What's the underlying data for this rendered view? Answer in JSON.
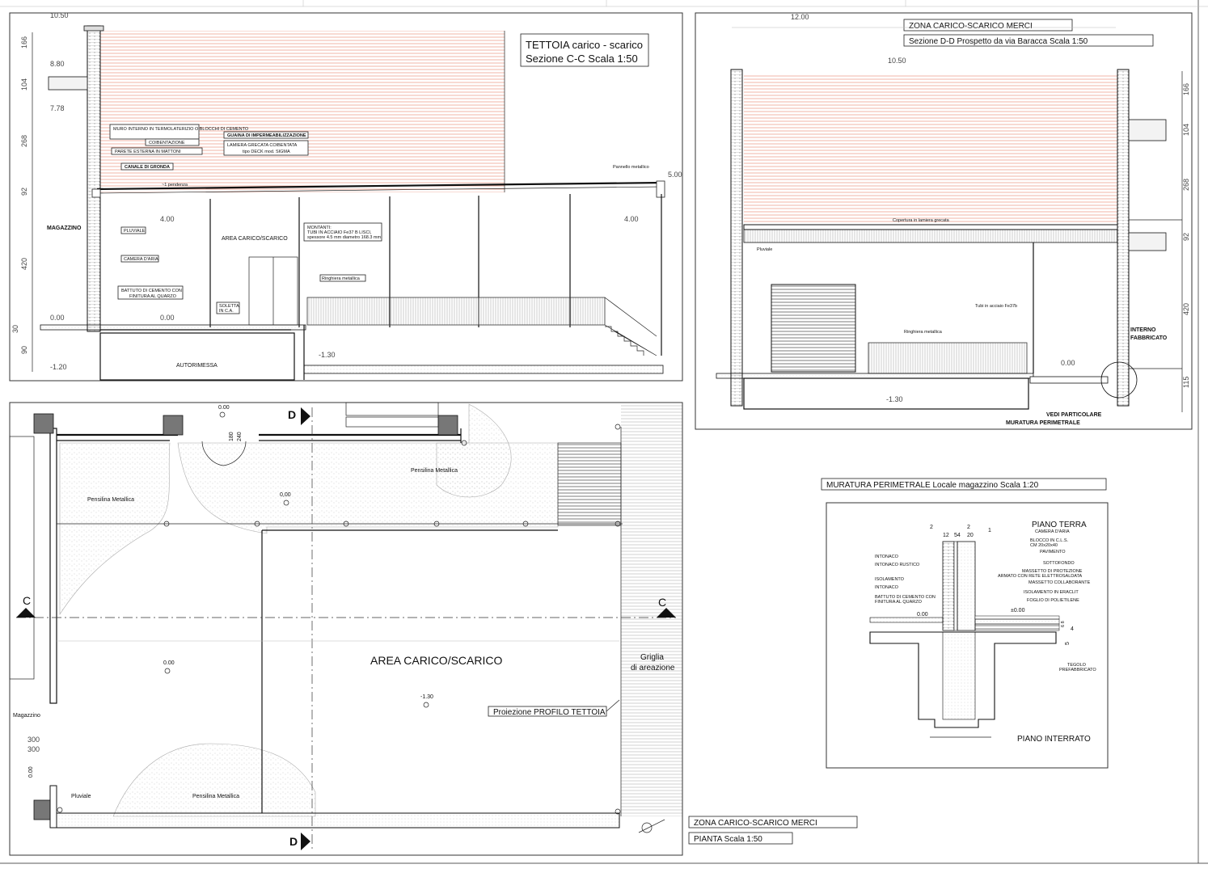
{
  "section_cc": {
    "title_line1": "TETTOIA  carico - scarico",
    "title_line2": "Sezione C-C   Scala 1:50",
    "levels": {
      "l1050": "10.50",
      "l880": "8.80",
      "l778": "7.78",
      "l500": "5.00",
      "l400a": "4.00",
      "l400b": "4.00",
      "l000a": "0.00",
      "l000b": "0.00",
      "lm120": "-1.20",
      "lm130": "-1.30"
    },
    "dims": [
      "166",
      "104",
      "268",
      "92",
      "420",
      "30",
      "90"
    ],
    "labels": {
      "muro": "MURO INTERNO IN TERMOLATERIZIO O BLOCCHI DI CEMENTO",
      "coib": "COIBENTAZIONE",
      "parete": "PARETE ESTERNA IN MATTONI",
      "canale": "CANALE DI GRONDA",
      "guaina": "GUAINA DI IMPERMEABILIZZAZIONE",
      "lamiera1": "LAMIERA GRECATA COIBENTATA",
      "lamiera2": "tipo DECK mod. SIGMA",
      "pendenza": "~1 pendenza",
      "pannello": "Pannello metallico",
      "magazzino": "MAGAZZINO",
      "pluviale": "PLUVIALE",
      "camera": "CAMERA D'ARIA",
      "battuto1": "BATTUTO DI CEMENTO CON",
      "battuto2": "FINITURA AL QUARZO",
      "area": "AREA CARICO/SCARICO",
      "montanti1": "MONTANTI:",
      "montanti2": "TUBI IN ACCIAIO Fe37 B LISCI,",
      "montanti3": "spessore 4.5 mm diametro 168.3 mm",
      "soletta1": "SOLETTA",
      "soletta2": "IN C.A.",
      "ringhiera": "Ringhiera metallica",
      "autorimessa": "AUTORIMESSA"
    }
  },
  "section_dd": {
    "title_line1": "ZONA CARICO-SCARICO MERCI",
    "title_line2": "Sezione D-D   Prospetto da via Baracca   Scala 1:50",
    "levels": {
      "l1200": "12.00",
      "l1050": "10.50",
      "l000": "0.00",
      "lm130": "-1.30"
    },
    "dims": [
      "166",
      "104",
      "268",
      "92",
      "420",
      "115"
    ],
    "labels": {
      "copertura": "Copertura in lamiera grecata",
      "pluviale": "Pluviale",
      "tubi": "Tubi in acciaio Fe37b",
      "ringhiera": "Ringhiera metallica",
      "interno1": "INTERNO",
      "interno2": "FABBRICATO",
      "vedi1": "VEDI PARTICOLARE",
      "vedi2": "MURATURA PERIMETRALE"
    }
  },
  "plan": {
    "labels": {
      "pens1": "Pensilina Metallica",
      "pens2": "Pensilina Metallica",
      "pens3": "Pensilina Metallica",
      "area": "AREA CARICO/SCARICO",
      "griglia1": "Griglia",
      "griglia2": "di areazione",
      "proiezione": "Proiezione PROFILO TETTOIA",
      "magazzino": "Magazzino",
      "pluviale": "Pluviale",
      "c_left": "C",
      "c_right": "C",
      "d_top": "D",
      "d_bottom": "D",
      "dim180": "180",
      "dim240": "240",
      "dim300a": "300",
      "dim300b": "300",
      "dim000": "0.00"
    },
    "levels": {
      "top": "0.00",
      "mid": "0,00",
      "left": "0.00",
      "center": "-1.30"
    },
    "title_line1": "ZONA CARICO-SCARICO MERCI",
    "title_line2": "PIANTA   Scala 1:50"
  },
  "detail": {
    "title": "MURATURA PERIMETRALE  Locale magazzino  Scala 1:20",
    "piano_terra": "PIANO TERRA",
    "piano_interrato": "PIANO INTERRATO",
    "dims": {
      "d2a": "2",
      "d2b": "2",
      "d1": "1",
      "d12": "12",
      "d54": "54",
      "d20": "20",
      "d4": "4",
      "d5": "5",
      "d68": "6  8"
    },
    "right_labels": [
      "CAMERA D'ARIA",
      "BLOCCO IN C.L.S.",
      "CM 20x20x40",
      "PAVIMENTO",
      "SOTTOFONDO",
      "MASSETTO DI PROTEZIONE",
      "ARMATO CON RETE ELETTROSALDATA",
      "MASSETTO COLLABORANTE",
      "ISOLAMENTO IN ERACLIT",
      "FOGLIO DI POLIETILENE"
    ],
    "left_labels": [
      "INTONACO",
      "INTONACO RUSTICO",
      "ISOLAMENTO",
      "INTONACO",
      "BATTUTO DI CEMENTO CON",
      "FINITURA AL QUARZO"
    ],
    "level_000a": "0.00",
    "level_000b": "±0.00",
    "tegolo1": "TEGOLO",
    "tegolo2": "PREFABBRICATO"
  },
  "colors": {
    "hatch": "#e8836b",
    "line": "#111111",
    "fill_light": "#eeeeee"
  }
}
